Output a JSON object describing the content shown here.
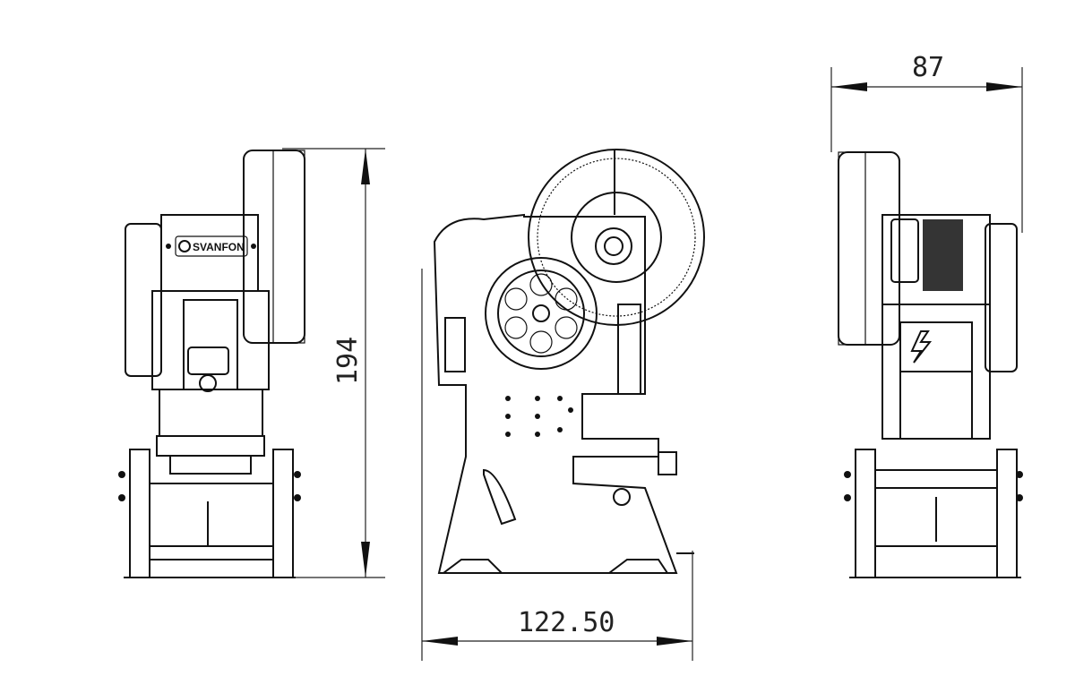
{
  "dimensions": {
    "height": "194",
    "depth": "122.50",
    "width": "87"
  },
  "brand": {
    "logo_text": "SVANFON"
  },
  "colors": {
    "line": "#111111",
    "background": "#ffffff"
  }
}
